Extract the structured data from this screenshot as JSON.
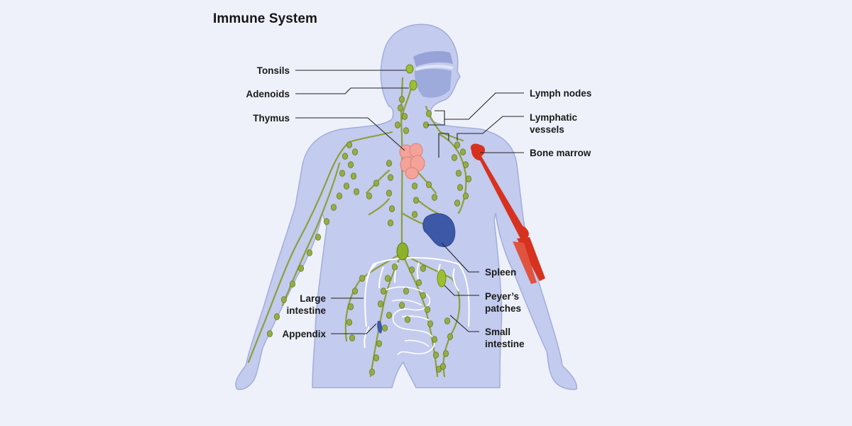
{
  "title": "Immune System",
  "labels": {
    "tonsils": "Tonsils",
    "adenoids": "Adenoids",
    "thymus": "Thymus",
    "lymph_nodes": "Lymph nodes",
    "lymphatic_vessels": "Lymphatic\nvessels",
    "bone_marrow": "Bone marrow",
    "spleen": "Spleen",
    "peyers_patches": "Peyer’s\npatches",
    "large_intestine": "Large\nintestine",
    "appendix": "Appendix",
    "small_intestine": "Small\nintestine"
  },
  "colors": {
    "background": "#eef1fa",
    "body": "#c3cbee",
    "body_outline": "#a3addb",
    "lymph": "#8ba03a",
    "node": "#96ac45",
    "thymus": "#f3a39a",
    "spleen": "#3e58a8",
    "bone": "#d6321f",
    "airway": "#8f9bd4",
    "intestine": "#ffffff",
    "leader": "#222222"
  }
}
